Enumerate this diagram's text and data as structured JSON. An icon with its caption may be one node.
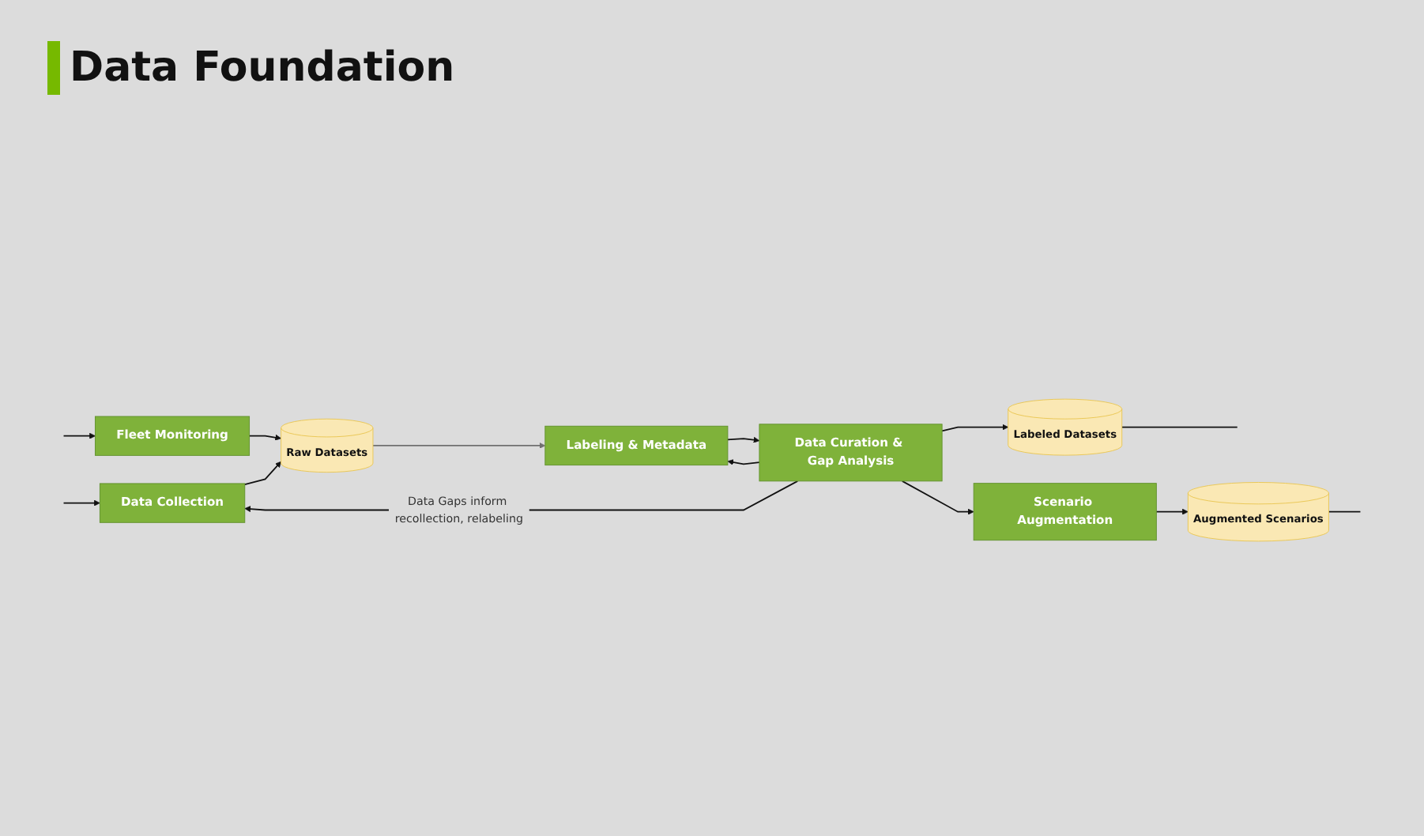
{
  "diagram": {
    "title": "Data Foundation",
    "nodes": [
      {
        "text": [
          "Fleet Monitoring"
        ]
      },
      {
        "text": [
          "Data Collection"
        ]
      },
      {
        "text": [
          "Raw Datasets"
        ]
      },
      {
        "text": [
          "Labeling & Metadata"
        ]
      },
      {
        "text": [
          "Data Curation & Gap Analysis"
        ]
      },
      {
        "text": [
          "Labeled Datasets"
        ]
      },
      {
        "text": [
          "Scenario Augmentation"
        ]
      },
      {
        "text": [
          "Augmented Scenarios"
        ]
      }
    ],
    "edges": [
      {
        "from": null,
        "to": 0,
        "arrow": "to"
      },
      {
        "from": null,
        "to": 1,
        "arrow": "to"
      },
      {
        "from": 0,
        "to": 2,
        "arrow": "to"
      },
      {
        "from": 1,
        "to": 2,
        "arrow": "to"
      },
      {
        "from": 2,
        "to": 3,
        "arrow": "to",
        "color": "#707070"
      },
      {
        "from": 3,
        "to": 4,
        "arrow": "to"
      },
      {
        "from": 4,
        "to": 5,
        "arrow": "to"
      },
      {
        "from": 4,
        "to": 6,
        "arrow": "to"
      },
      {
        "from": 4,
        "to": 1,
        "arrow": "to",
        "label": "Data Gaps inform recollection, relabeling"
      },
      {
        "from": 4,
        "to": 3,
        "arrow": "to"
      },
      {
        "from": 6,
        "to": 7,
        "arrow": "to"
      },
      {
        "from": 5,
        "to": null,
        "arrow": "none"
      },
      {
        "from": 7,
        "to": null,
        "arrow": "none"
      }
    ]
  }
}
